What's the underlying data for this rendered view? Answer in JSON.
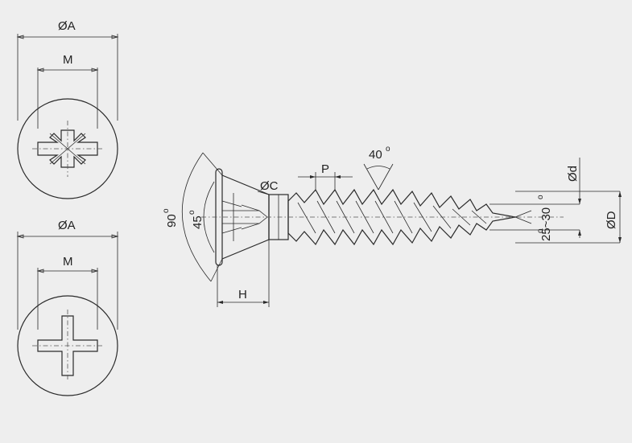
{
  "labels": {
    "top_dia_A": "ØA",
    "top_M": "M",
    "bottom_dia_A": "ØA",
    "bottom_M": "M",
    "dia_C": "ØC",
    "pitch_P": "P",
    "thread_angle": "40",
    "thread_angle_deg": "o",
    "head_angle_90": "90",
    "head_angle_90_deg": "o",
    "head_angle_45": "45",
    "head_angle_45_deg": "o",
    "head_H": "H",
    "tip_angle": "25~30",
    "tip_angle_deg1": "o",
    "tip_angle_deg2": "o",
    "dia_d": "Ød",
    "dia_D": "ØD"
  },
  "colors": {
    "line": "#2a2a2a",
    "background": "#eeeeee"
  }
}
